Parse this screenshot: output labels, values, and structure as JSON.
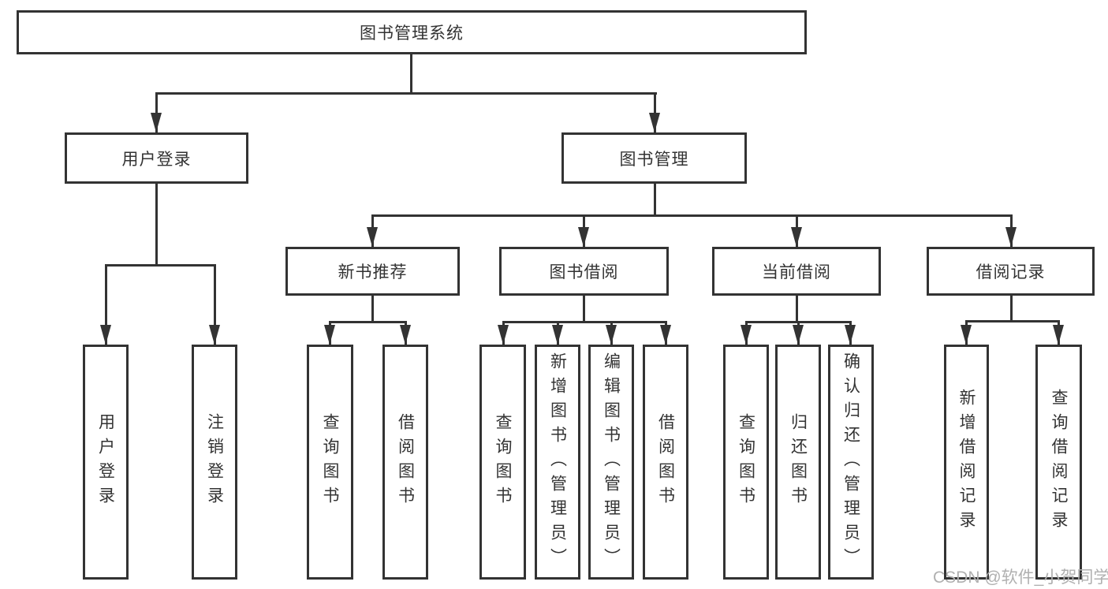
{
  "tree": {
    "root": {
      "label": "图书管理系统"
    },
    "children": [
      {
        "label": "用户登录",
        "children": [
          {
            "label": "用户登录"
          },
          {
            "label": "注销登录"
          }
        ]
      },
      {
        "label": "图书管理",
        "children": [
          {
            "label": "新书推荐",
            "children": [
              {
                "label": "查询图书"
              },
              {
                "label": "借阅图书"
              }
            ]
          },
          {
            "label": "图书借阅",
            "children": [
              {
                "label": "查询图书"
              },
              {
                "label": "新增图书（管理员）"
              },
              {
                "label": "编辑图书（管理员）"
              },
              {
                "label": "借阅图书"
              }
            ]
          },
          {
            "label": "当前借阅",
            "children": [
              {
                "label": "查询图书"
              },
              {
                "label": "归还图书"
              },
              {
                "label": "确认归还（管理员）"
              }
            ]
          },
          {
            "label": "借阅记录",
            "children": [
              {
                "label": "新增借阅记录"
              },
              {
                "label": "查询借阅记录"
              }
            ]
          }
        ]
      }
    ]
  },
  "watermark": {
    "text": "CSDN @软件_小贺同学"
  },
  "colors": {
    "line": "#333333",
    "text": "#333333",
    "watermark": "#b0b0b0",
    "background": "#ffffff"
  }
}
